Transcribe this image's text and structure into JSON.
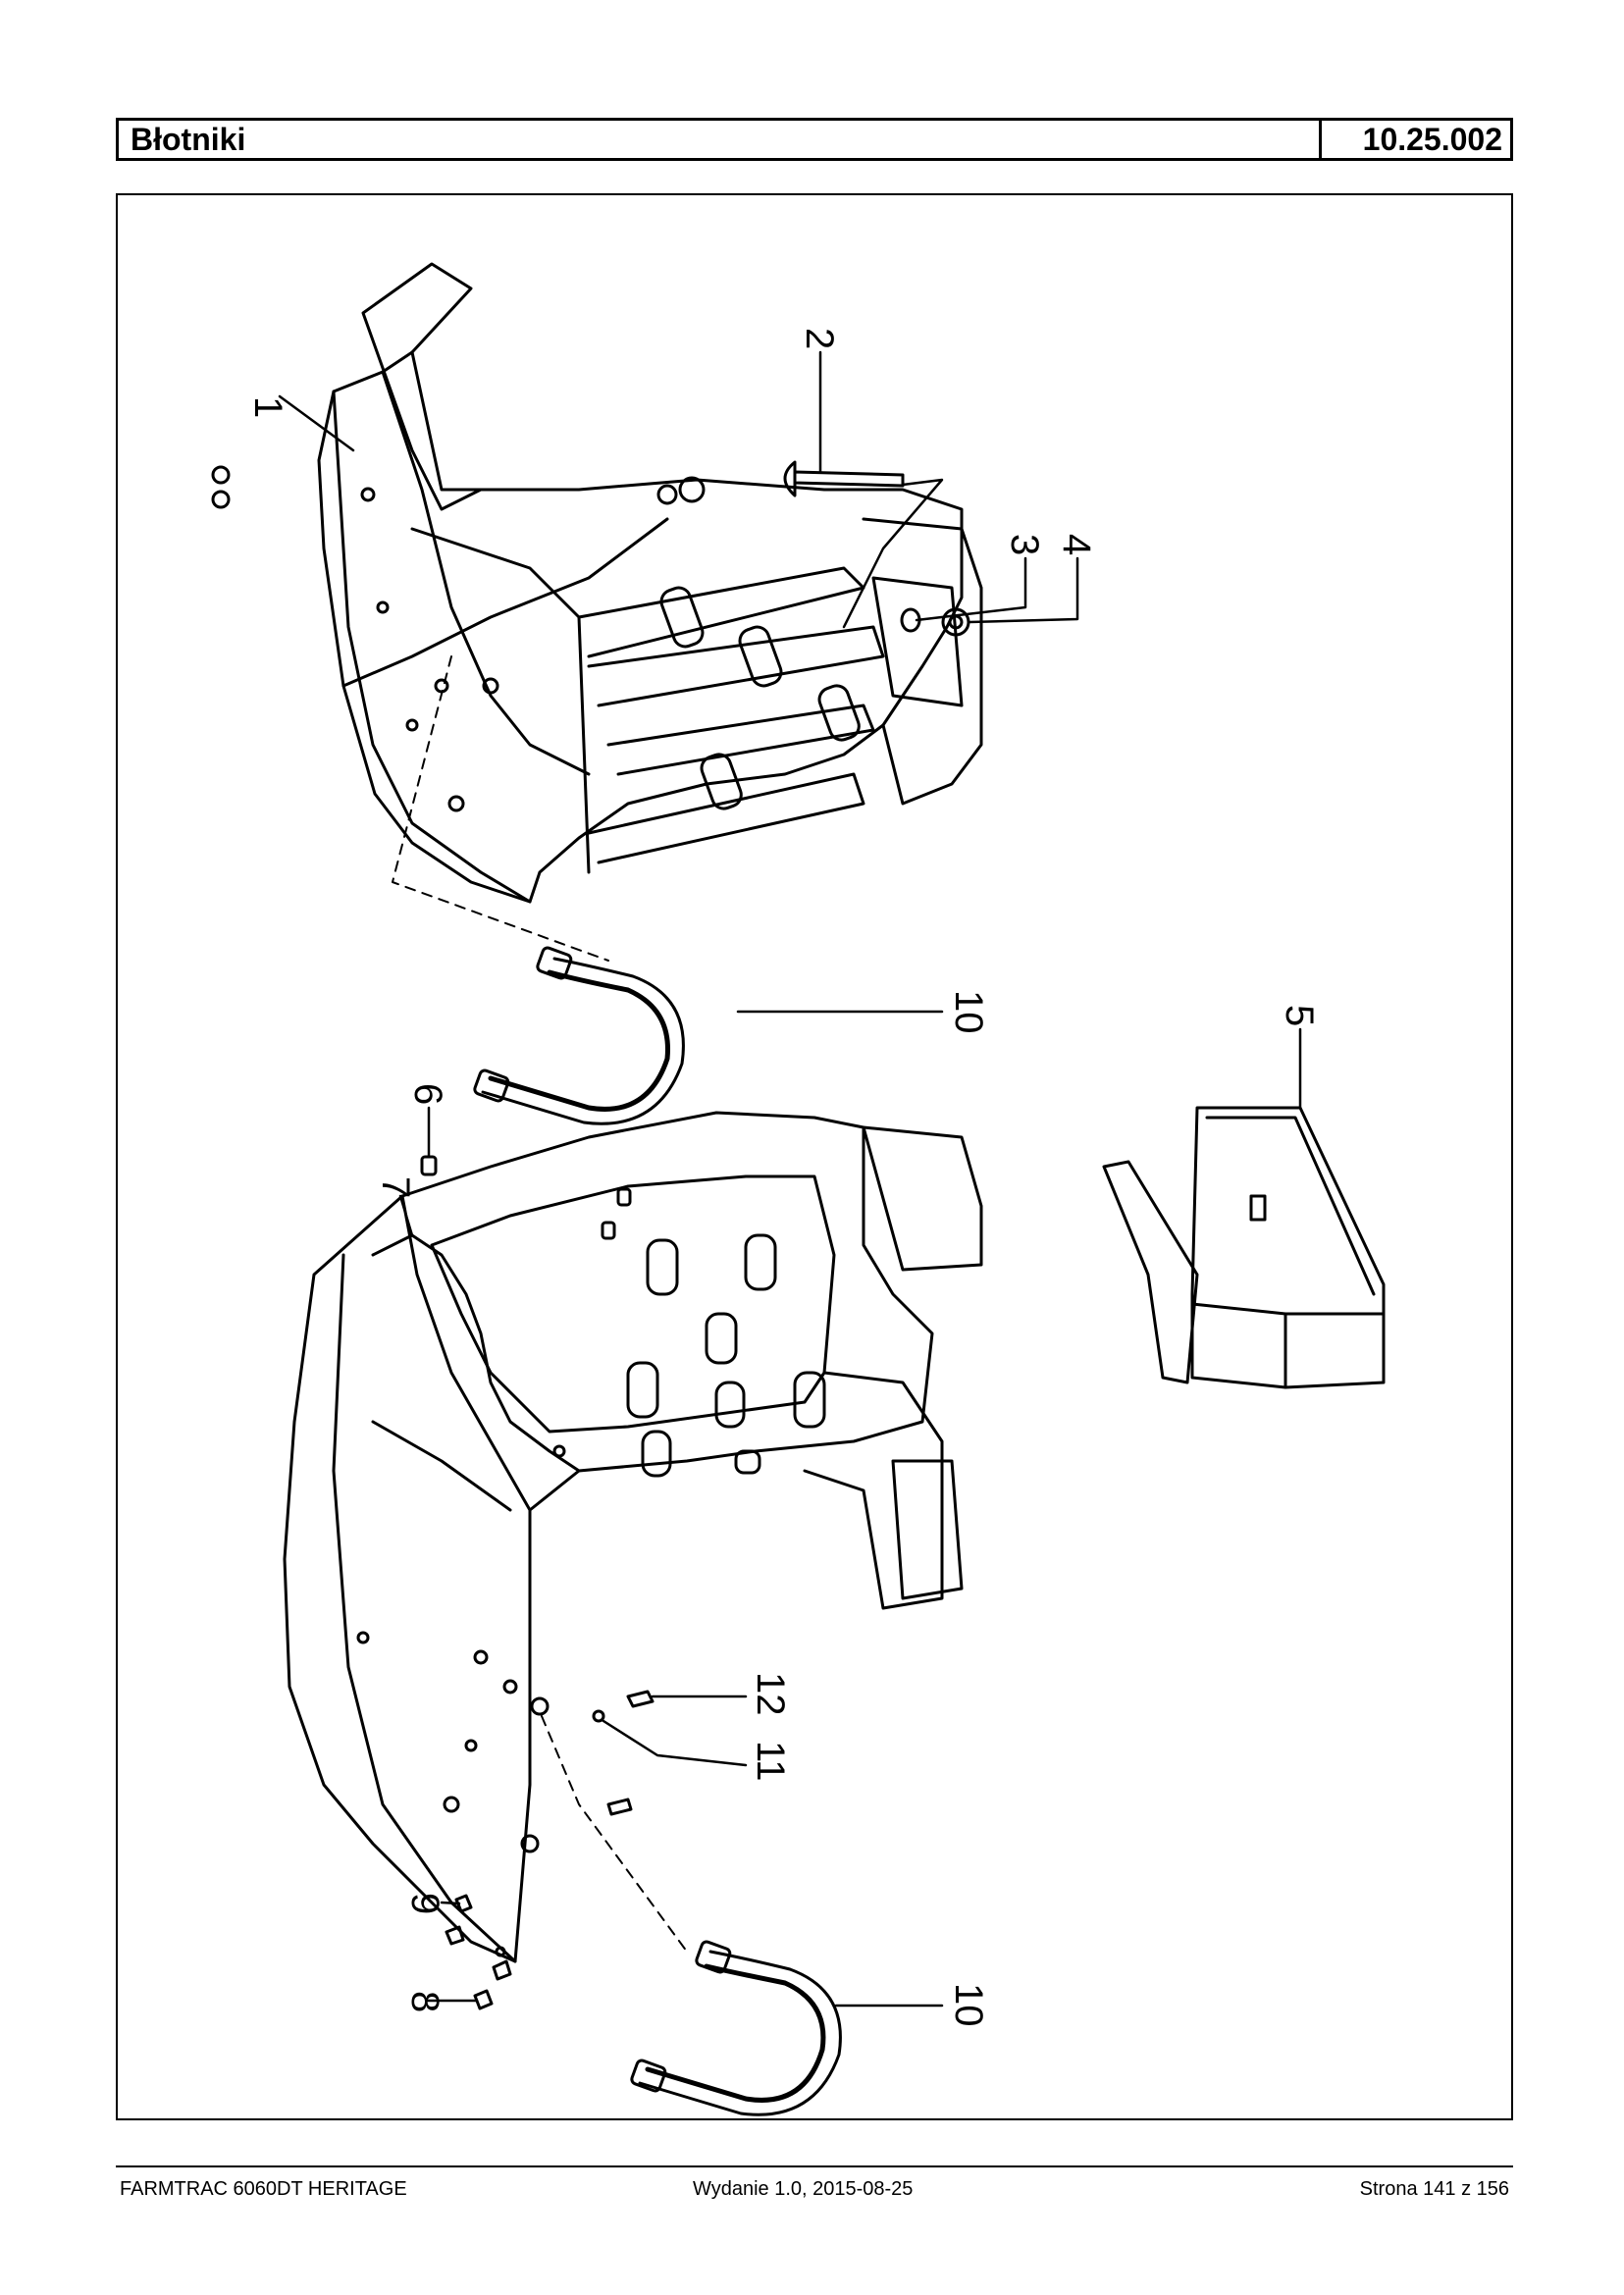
{
  "header": {
    "title": "Błotniki",
    "code": "10.25.002"
  },
  "callouts": {
    "c1": "1",
    "c2": "2",
    "c3": "3",
    "c4": "4",
    "c5": "5",
    "c6": "6",
    "c7": "7",
    "c8": "8",
    "c9": "9",
    "c10a": "10",
    "c10b": "10",
    "c11": "11",
    "c12": "12"
  },
  "footer": {
    "model": "FARMTRAC 6060DT HERITAGE",
    "edition": "Wydanie 1.0,  2015-08-25",
    "page": "Strona 141 z 156"
  }
}
